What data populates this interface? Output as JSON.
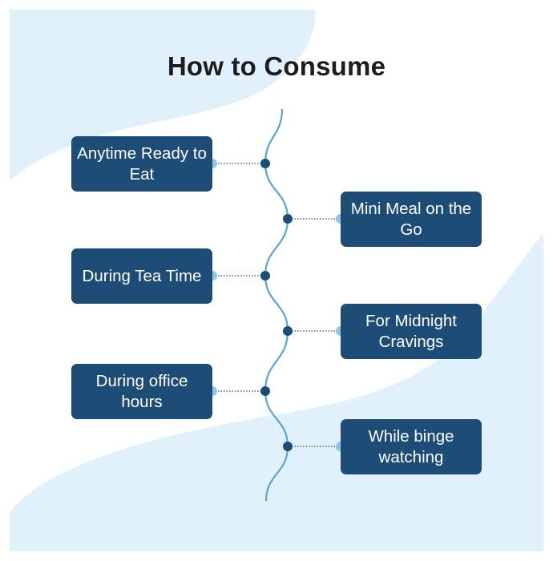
{
  "title": "How to Consume",
  "colors": {
    "box": "#1d4d76",
    "box_text": "#ffffff",
    "spine": "#5aa4d7",
    "node_dark": "#1d4d76",
    "node_light": "#8dc6ea",
    "background_wave": "#e0f1fb",
    "title": "#1d1d1d"
  },
  "steps": [
    {
      "label": "Anytime Ready to Eat",
      "side": "left"
    },
    {
      "label": "Mini Meal on the Go",
      "side": "right"
    },
    {
      "label": "During Tea Time",
      "side": "left"
    },
    {
      "label": "For Midnight Cravings",
      "side": "right"
    },
    {
      "label": "During office hours",
      "side": "left"
    },
    {
      "label": "While binge watching",
      "side": "right"
    }
  ]
}
